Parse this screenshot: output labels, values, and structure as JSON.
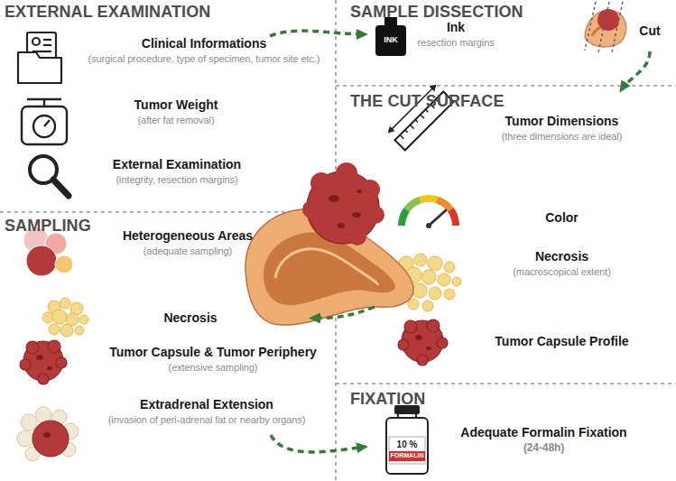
{
  "diagram": {
    "nodes": [
      {
        "text": [
          "EXTERNAL EXAMINATION"
        ]
      },
      {
        "text": [
          "Clinical Informations",
          "(surgical procedure, type of specimen, tumor site etc.)"
        ],
        "in": 0
      },
      {
        "text": [
          "Tumor Weight",
          "(after fat removal)"
        ],
        "in": 0
      },
      {
        "text": [
          "External Examination",
          "(integrity, resection margins)"
        ],
        "in": 0
      },
      {
        "text": [
          "SAMPLE DISSECTION"
        ]
      },
      {
        "text": [
          "Ink",
          "resection margins"
        ],
        "in": 4
      },
      {
        "text": [
          "Cut"
        ],
        "in": 4
      },
      {
        "text": [
          "THE CUT SURFACE"
        ]
      },
      {
        "text": [
          "Tumor Dimensions",
          "(three dimensions are ideal)"
        ],
        "in": 7
      },
      {
        "text": [
          "Color"
        ],
        "in": 7
      },
      {
        "text": [
          "Necrosis",
          "(macroscopical extent)"
        ],
        "in": 7
      },
      {
        "text": [
          "Tumor Capsule Profile"
        ],
        "in": 7
      },
      {
        "text": [
          "SAMPLING"
        ]
      },
      {
        "text": [
          "Heterogeneous Areas",
          "(adequate sampling)"
        ],
        "in": 12
      },
      {
        "text": [
          "Necrosis"
        ],
        "in": 12
      },
      {
        "text": [
          "Tumor Capsule & Tumor Periphery",
          "(extensive sampling)"
        ],
        "in": 12
      },
      {
        "text": [
          "Extradrenal Extension",
          "(invasion of peri-adrenal fat or nearby organs)"
        ],
        "in": 12
      },
      {
        "text": [
          "FIXATION"
        ]
      },
      {
        "text": [
          "Adequate Formalin Fixation",
          "(24-48h)"
        ],
        "in": 17
      }
    ],
    "edges": [
      {
        "from": 1,
        "to": 5,
        "arrow": "to"
      },
      {
        "from": 6,
        "to": 8,
        "arrow": "to"
      },
      {
        "from": 10,
        "to": 14,
        "arrow": "to"
      },
      {
        "from": 16,
        "to": 18,
        "arrow": "to"
      }
    ],
    "labels": [
      "INK",
      "10 %",
      "FORMALIN"
    ]
  }
}
